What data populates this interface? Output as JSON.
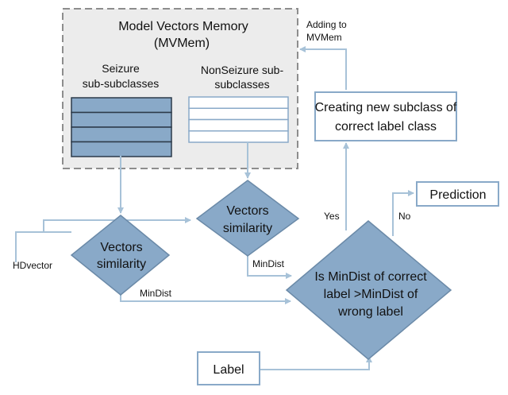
{
  "colors": {
    "arrow": "#a7c2d8",
    "diamond_fill": "#89a9c8",
    "diamond_stroke": "#6b8aa8",
    "box_stroke": "#89a9c8",
    "mvmem_fill": "#ececec",
    "mvmem_dash": "#8d8d8d",
    "seizure_fill": "#89a9c8",
    "seizure_stroke": "#2d3b4a",
    "nonseizure_fill": "#ffffff",
    "nonseizure_stroke": "#89a9c8"
  },
  "mvmem": {
    "title_line1": "Model Vectors Memory",
    "title_line2": "(MVMem)",
    "seizure_label_line1": "Seizure",
    "seizure_label_line2": "sub-subclasses",
    "nonseizure_label_line1": "NonSeizure sub-",
    "nonseizure_label_line2": "subclasses",
    "seizure_rows": 4,
    "nonseizure_rows": 4
  },
  "nodes": {
    "creating_line1": "Creating new subclass of",
    "creating_line2": "correct label class",
    "prediction": "Prediction",
    "vectors_sim_right_line1": "Vectors",
    "vectors_sim_right_line2": "similarity",
    "vectors_sim_left_line1": "Vectors",
    "vectors_sim_left_line2": "similarity",
    "decision_line1": "Is MinDist of correct",
    "decision_line2": "label >MinDist of",
    "decision_line3": "wrong label",
    "label_box": "Label"
  },
  "edge_labels": {
    "adding_line1": "Adding to",
    "adding_line2": "MVMem",
    "yes": "Yes",
    "no": "No",
    "mindist_upper": "MinDist",
    "mindist_lower": "MinDist",
    "hdvector": "HDvector"
  }
}
